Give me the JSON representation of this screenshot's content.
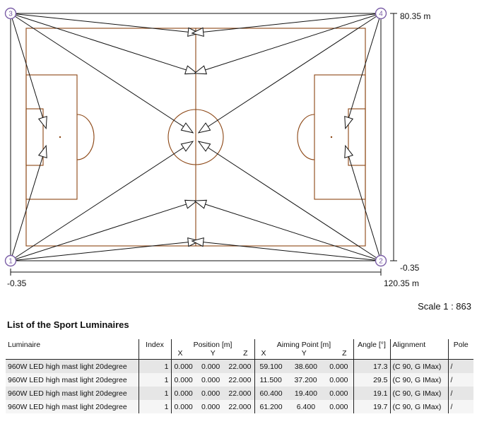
{
  "plan": {
    "pole_labels": [
      "1",
      "2",
      "3",
      "4"
    ],
    "dim_top": "80.35 m",
    "dim_bottom_right_y": "-0.35",
    "dim_left_x": "-0.35",
    "dim_right_x": "120.35 m",
    "colors": {
      "field": "#8b4513",
      "lines": "#111111",
      "pole": "#7b5ea7"
    }
  },
  "scale_label": "Scale 1 : 863",
  "list_title": "List of the Sport Luminaires",
  "table": {
    "headers": {
      "luminaire": "Luminaire",
      "index": "Index",
      "position": "Position [m]",
      "aiming": "Aiming Point [m]",
      "angle": "Angle [°]",
      "alignment": "Alignment",
      "pole": "Pole",
      "x": "X",
      "y": "Y",
      "z": "Z"
    },
    "rows": [
      [
        "960W LED high mast light 20degree",
        "1",
        "0.000",
        "0.000",
        "22.000",
        "59.100",
        "38.600",
        "0.000",
        "17.3",
        "(C 90, G IMax)",
        "/"
      ],
      [
        "960W LED high mast light 20degree",
        "1",
        "0.000",
        "0.000",
        "22.000",
        "11.500",
        "37.200",
        "0.000",
        "29.5",
        "(C 90, G IMax)",
        "/"
      ],
      [
        "960W LED high mast light 20degree",
        "1",
        "0.000",
        "0.000",
        "22.000",
        "60.400",
        "19.400",
        "0.000",
        "19.1",
        "(C 90, G IMax)",
        "/"
      ],
      [
        "960W LED high mast light 20degree",
        "1",
        "0.000",
        "0.000",
        "22.000",
        "61.200",
        "6.400",
        "0.000",
        "19.7",
        "(C 90, G IMax)",
        "/"
      ]
    ]
  }
}
